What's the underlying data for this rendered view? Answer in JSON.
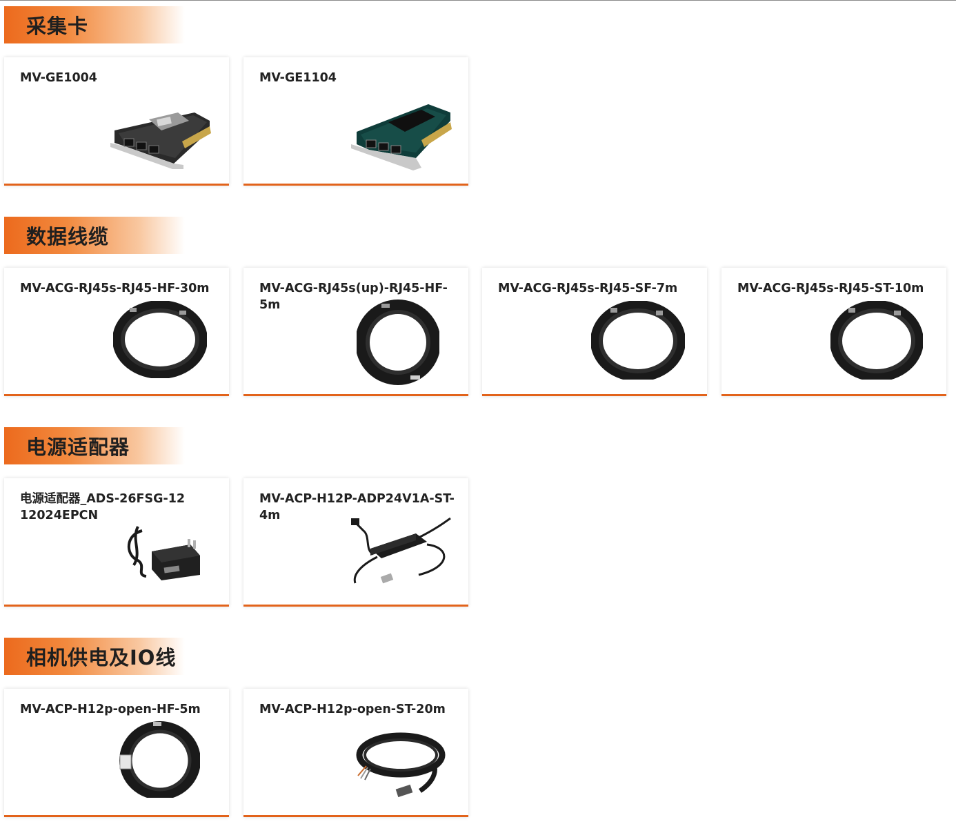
{
  "sections": [
    {
      "title": "采集卡",
      "products": [
        {
          "name": "MV-GE1004",
          "image": "gige-card-heatsink-fan-icon"
        },
        {
          "name": "MV-GE1104",
          "image": "gige-card-black-heatsink-icon"
        }
      ]
    },
    {
      "title": "数据线缆",
      "products": [
        {
          "name": "MV-ACG-RJ45s-RJ45-HF-30m",
          "image": "cable-coil-icon"
        },
        {
          "name": "MV-ACG-RJ45s(up)-RJ45-HF-5m",
          "image": "cable-coil-icon"
        },
        {
          "name": "MV-ACG-RJ45s-RJ45-SF-7m",
          "image": "cable-coil-icon"
        },
        {
          "name": "MV-ACG-RJ45s-RJ45-ST-10m",
          "image": "cable-coil-icon"
        }
      ]
    },
    {
      "title": "电源适配器",
      "products": [
        {
          "name": "电源适配器_ADS-26FSG-12\n12024EPCN",
          "image": "wall-adapter-icon"
        },
        {
          "name": "MV-ACP-H12P-ADP24V1A-ST-\n4m",
          "image": "power-brick-icon"
        }
      ]
    },
    {
      "title": "相机供电及IO线",
      "products": [
        {
          "name": "MV-ACP-H12p-open-HF-5m",
          "image": "io-cable-coil-icon"
        },
        {
          "name": "MV-ACP-H12p-open-ST-20m",
          "image": "io-cable-open-end-icon"
        }
      ]
    }
  ],
  "colors": {
    "accent": "#e2631b",
    "header_gradient_start": "#ec6a1d"
  }
}
